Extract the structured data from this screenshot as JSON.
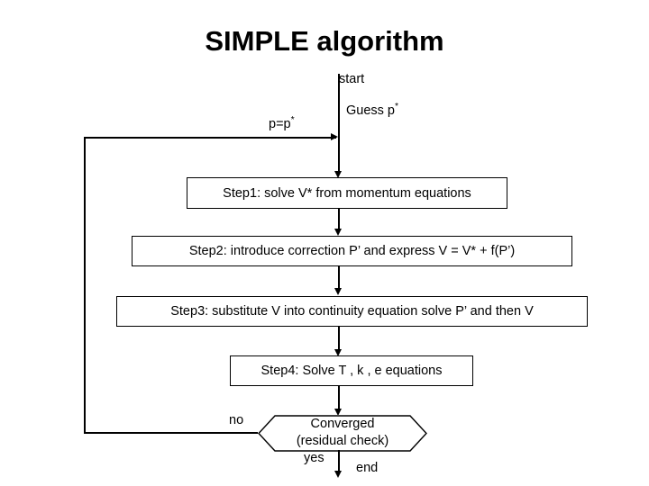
{
  "title": "SIMPLE algorithm",
  "labels": {
    "start": "start",
    "guess": "Guess p*",
    "feedback": "p=p*",
    "no": "no",
    "yes": "yes",
    "end": "end"
  },
  "steps": [
    {
      "id": "step1",
      "text": "Step1: solve V* from momentum equations"
    },
    {
      "id": "step2",
      "text": "Step2: introduce correction P’ and express V = V* + f(P’)"
    },
    {
      "id": "step3",
      "text": "Step3: substitute V into continuity equation solve P’ and then V"
    },
    {
      "id": "step4",
      "text": "Step4: Solve T , k , e equations"
    }
  ],
  "decision": {
    "line1": "Converged",
    "line2": "(residual check)"
  },
  "colors": {
    "background": "#ffffff",
    "stroke": "#000000",
    "text": "#000000"
  }
}
